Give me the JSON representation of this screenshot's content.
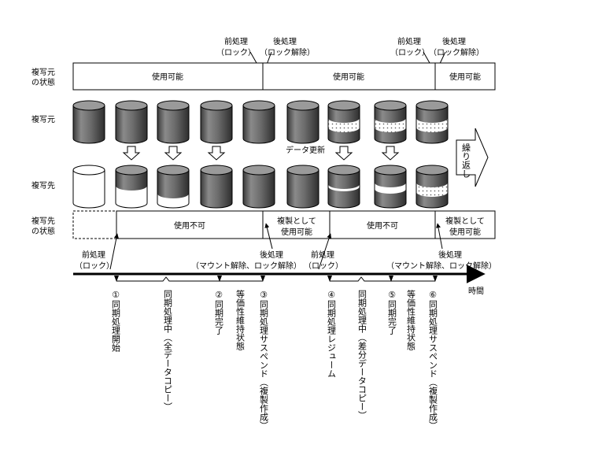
{
  "row_labels": {
    "source_state": [
      "複写元",
      "の状態"
    ],
    "source": "複写元",
    "target": "複写先",
    "target_state": [
      "複写先",
      "の状態"
    ]
  },
  "top_annotations": [
    {
      "line1": "前処理",
      "line2": "（ロック）"
    },
    {
      "line1": "後処理",
      "line2": "（ロック解除）"
    },
    {
      "line1": "前処理",
      "line2": "（ロック）"
    },
    {
      "line1": "後処理",
      "line2": "（ロック解除）"
    }
  ],
  "source_states": [
    "使用可能",
    "使用可能",
    "使用可能"
  ],
  "target_states": [
    {
      "lines": [
        "使用不可"
      ]
    },
    {
      "lines": [
        "複製として",
        "使用可能"
      ]
    },
    {
      "lines": [
        "使用不可"
      ]
    },
    {
      "lines": [
        "複製として",
        "使用可能"
      ]
    }
  ],
  "data_update_label": "データ更新",
  "repeat_label": "繰り返し",
  "source_fill": [
    "solid",
    "solid",
    "solid",
    "solid",
    "solid",
    "solid",
    "dots",
    "dots",
    "dots"
  ],
  "target_fill": [
    "empty",
    "half",
    "partial",
    "full",
    "full",
    "full",
    "full-line",
    "full-white-band",
    "full-dots"
  ],
  "copy_arrows": [
    false,
    true,
    true,
    true,
    false,
    false,
    true,
    true,
    false
  ],
  "timeline_annotations": [
    {
      "line1": "前処理",
      "line2": "（ロック）"
    },
    {
      "line1": "",
      "line2": "（マウント解除、"
    },
    {
      "line1": "後処理",
      "line2": "ロック解除）"
    },
    {
      "line1": "前処理",
      "line2": "（ロック）"
    },
    {
      "line1": "",
      "line2": "（マウント解除、ロック解除）"
    },
    {
      "line1": "後処理",
      "line2": ""
    }
  ],
  "time_label": "時間",
  "events": [
    "①同期処理開始",
    "同期処理中（全データコピー）",
    "②同期完了",
    "等価性維持状態",
    "③同期処理サスペンド（複製作成）",
    "④同期処理レジューム",
    "同期処理中（差分データコピー）",
    "⑤同期完了",
    "等価性維持状態",
    "⑥同期処理サスペンド（複製作成）"
  ]
}
